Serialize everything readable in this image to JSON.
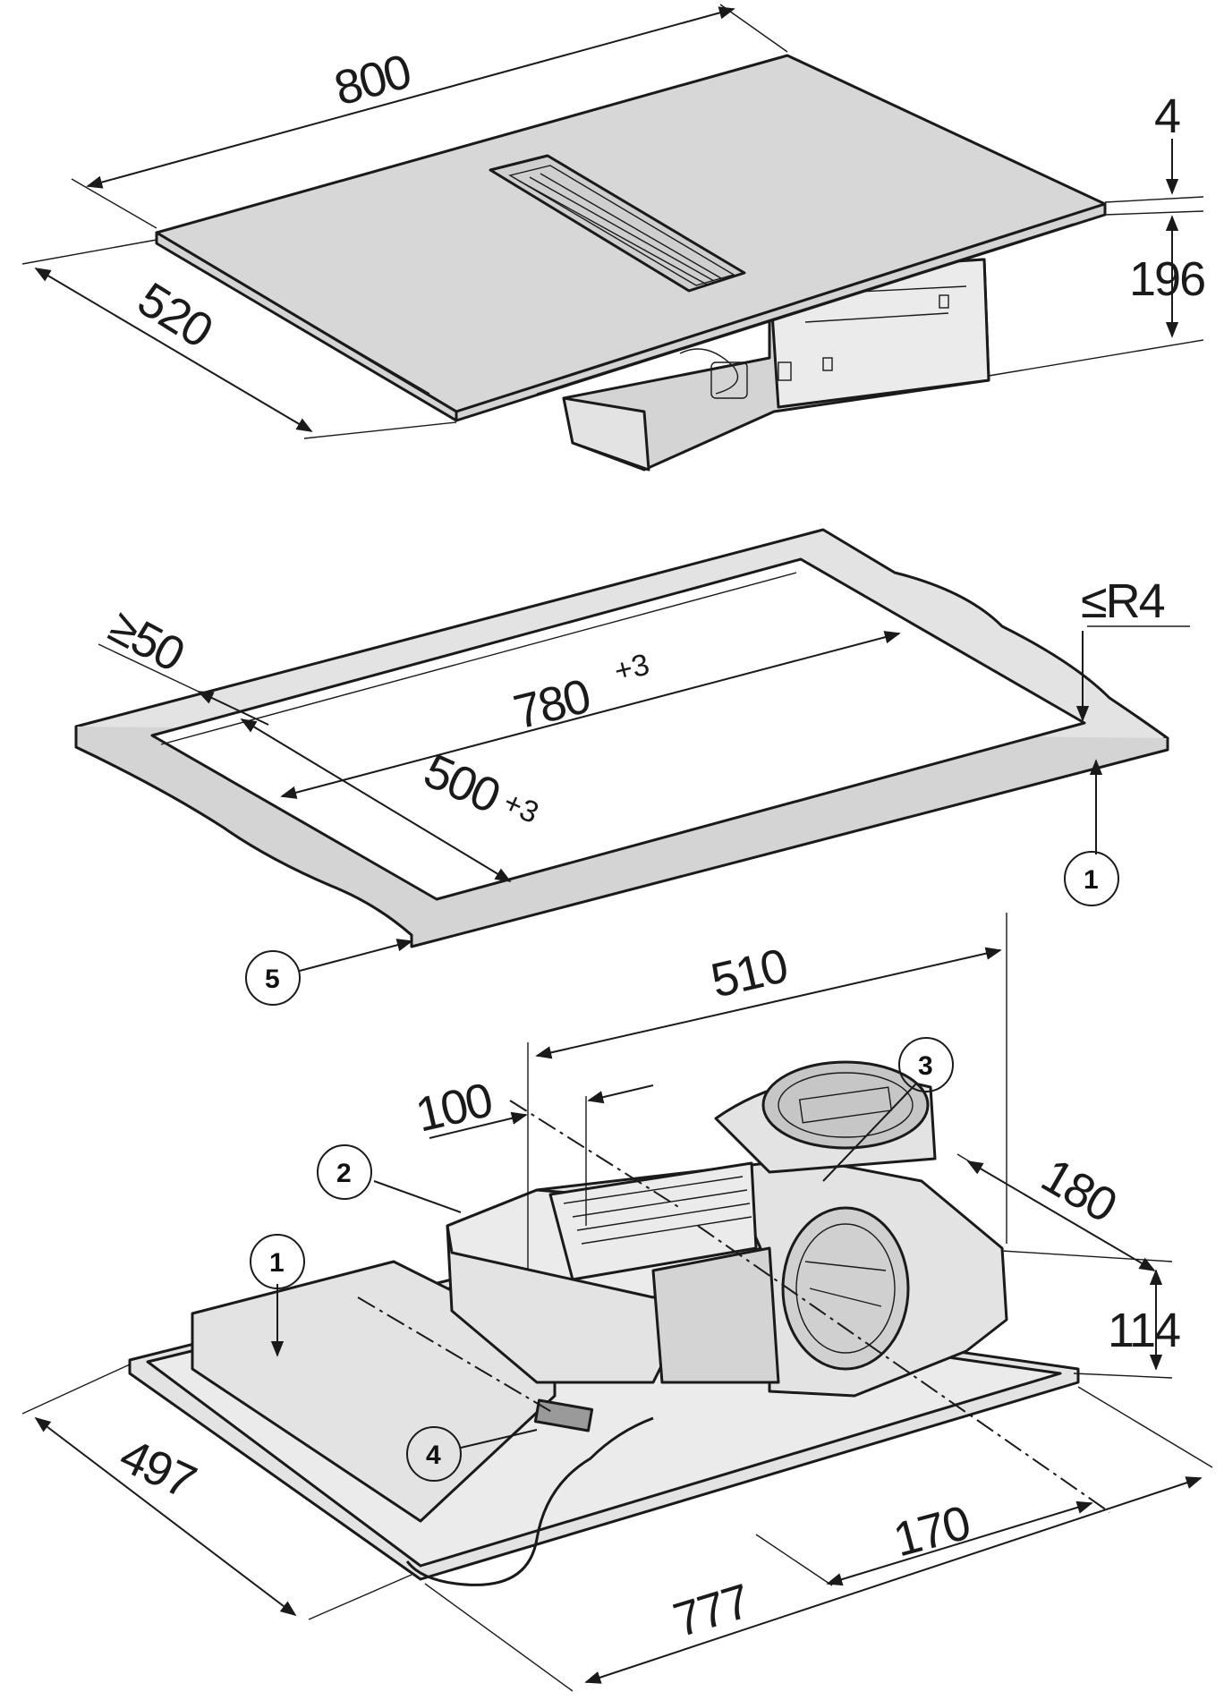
{
  "top_view": {
    "dim_width": "800",
    "dim_depth": "520",
    "dim_glass_thickness": "4",
    "dim_height": "196"
  },
  "cutout_view": {
    "dim_edge_min": "≥50",
    "dim_radius": "≤R4",
    "dim_cutout_width": "780",
    "dim_cutout_width_tol": "+3",
    "dim_cutout_depth": "500",
    "dim_cutout_depth_tol": "+3",
    "callout_worktop": "1",
    "callout_frame": "5"
  },
  "bottom_view": {
    "dim_510": "510",
    "dim_100": "100",
    "dim_180": "180",
    "dim_114": "114",
    "dim_170": "170",
    "dim_497": "497",
    "dim_777": "777",
    "callout_1": "1",
    "callout_2": "2",
    "callout_3": "3",
    "callout_4": "4"
  }
}
